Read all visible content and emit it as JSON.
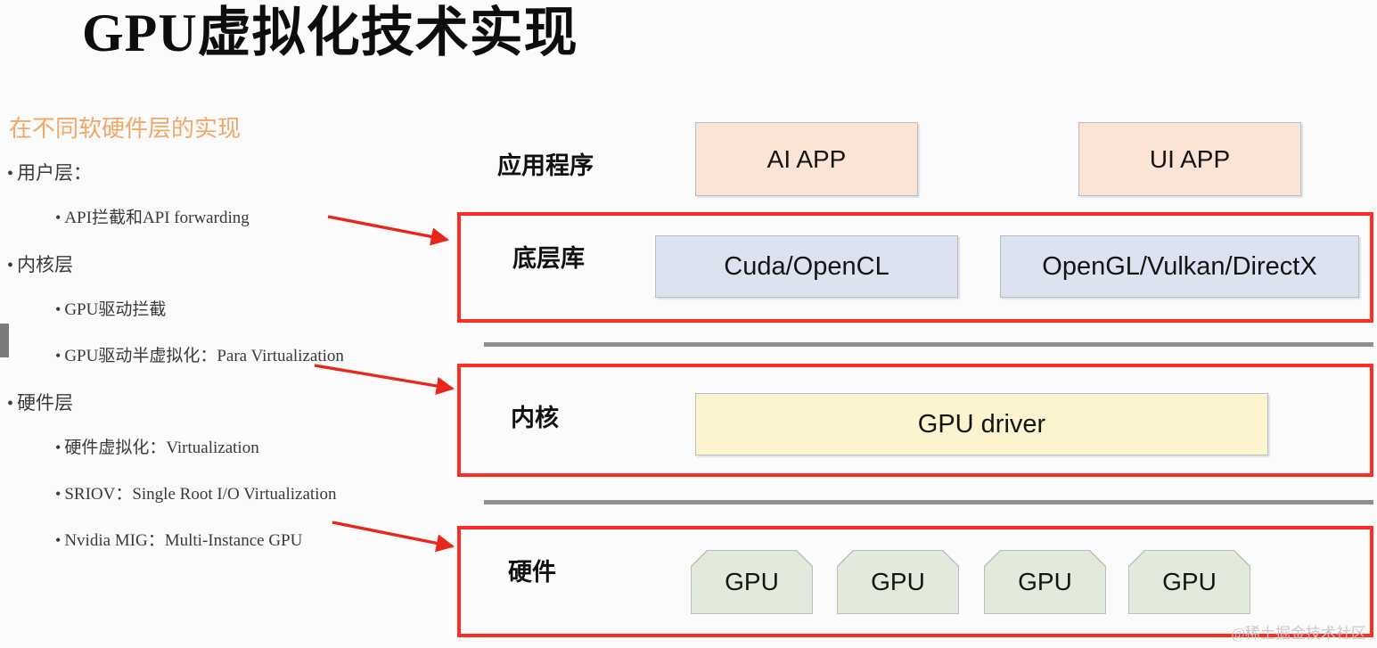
{
  "slide": {
    "title": "GPU虚拟化技术实现",
    "subtitle": "在不同软硬件层的实现",
    "watermark": "@稀土掘金技术社区",
    "accent_color": "#fc2d23",
    "subtitle_color": "#f0a868"
  },
  "outline": [
    {
      "level": 1,
      "text": "用户层："
    },
    {
      "level": 2,
      "text": "API拦截和API forwarding"
    },
    {
      "level": 1,
      "text": "内核层"
    },
    {
      "level": 2,
      "text": "GPU驱动拦截"
    },
    {
      "level": 2,
      "text": "GPU驱动半虚拟化：Para Virtualization"
    },
    {
      "level": 1,
      "text": "硬件层"
    },
    {
      "level": 2,
      "text": "硬件虚拟化：Virtualization"
    },
    {
      "level": 2,
      "text": "SRIOV：Single Root I/O Virtualization"
    },
    {
      "level": 2,
      "text": "Nvidia MIG：Multi-Instance GPU"
    }
  ],
  "diagram": {
    "rows": [
      {
        "id": "application",
        "label": "应用程序",
        "highlighted": false,
        "fill": "#fbe3d6",
        "nodes": [
          {
            "id": "ai-app",
            "label": "AI APP"
          },
          {
            "id": "ui-app",
            "label": "UI APP"
          }
        ]
      },
      {
        "id": "library",
        "label": "底层库",
        "highlighted": true,
        "fill": "#dce2f0",
        "nodes": [
          {
            "id": "cuda-opencl",
            "label": "Cuda/OpenCL"
          },
          {
            "id": "opengl-vulkan-directx",
            "label": "OpenGL/Vulkan/DirectX"
          }
        ]
      },
      {
        "id": "kernel",
        "label": "内核",
        "highlighted": true,
        "fill": "#fcf3cf",
        "nodes": [
          {
            "id": "gpu-driver",
            "label": "GPU driver"
          }
        ]
      },
      {
        "id": "hardware",
        "label": "硬件",
        "highlighted": true,
        "fill": "#e2ebdb",
        "nodes": [
          {
            "id": "gpu-1",
            "label": "GPU"
          },
          {
            "id": "gpu-2",
            "label": "GPU"
          },
          {
            "id": "gpu-3",
            "label": "GPU"
          },
          {
            "id": "gpu-4",
            "label": "GPU"
          }
        ]
      }
    ],
    "connectors": [
      {
        "id": "arrow-api-to-library",
        "from": "API拦截和API forwarding",
        "to": "底层库"
      },
      {
        "id": "arrow-driver-to-kernel",
        "from": "GPU驱动半虚拟化：Para Virtualization",
        "to": "内核"
      },
      {
        "id": "arrow-sriov-to-hardware",
        "from": "SRIOV：Single Root I/O Virtualization",
        "to": "硬件"
      }
    ]
  }
}
